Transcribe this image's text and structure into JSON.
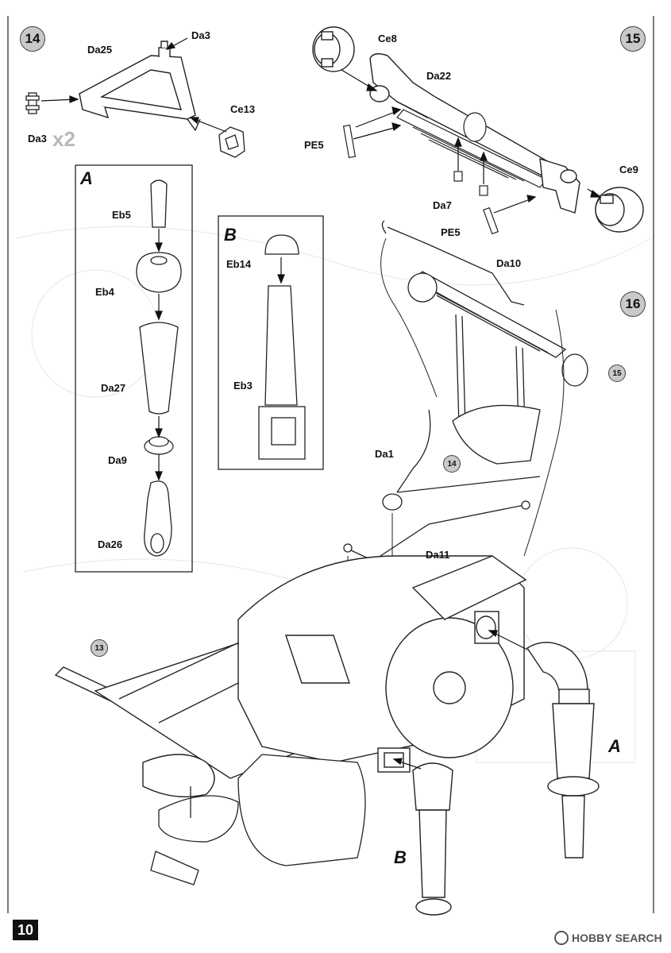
{
  "steps": {
    "s14": "14",
    "s15": "15",
    "s16": "16"
  },
  "refs": {
    "r13": "13",
    "r14": "14",
    "r15": "15"
  },
  "insets": {
    "a": "A",
    "b": "B",
    "a_main": "A",
    "b_main": "B"
  },
  "quantity": "x2",
  "parts": {
    "da25": "Da25",
    "da3_top": "Da3",
    "da3_left": "Da3",
    "ce13": "Ce13",
    "ce8": "Ce8",
    "da22": "Da22",
    "pe5_top": "PE5",
    "ce9": "Ce9",
    "da7": "Da7",
    "pe5_bottom": "PE5",
    "da10": "Da10",
    "eb5": "Eb5",
    "eb4": "Eb4",
    "da27": "Da27",
    "da9": "Da9",
    "da26": "Da26",
    "eb14": "Eb14",
    "eb3": "Eb3",
    "da1": "Da1",
    "da11": "Da11"
  },
  "page_number": "10",
  "watermark": {
    "brand": "HOBBY",
    "word": "SEARCH"
  }
}
